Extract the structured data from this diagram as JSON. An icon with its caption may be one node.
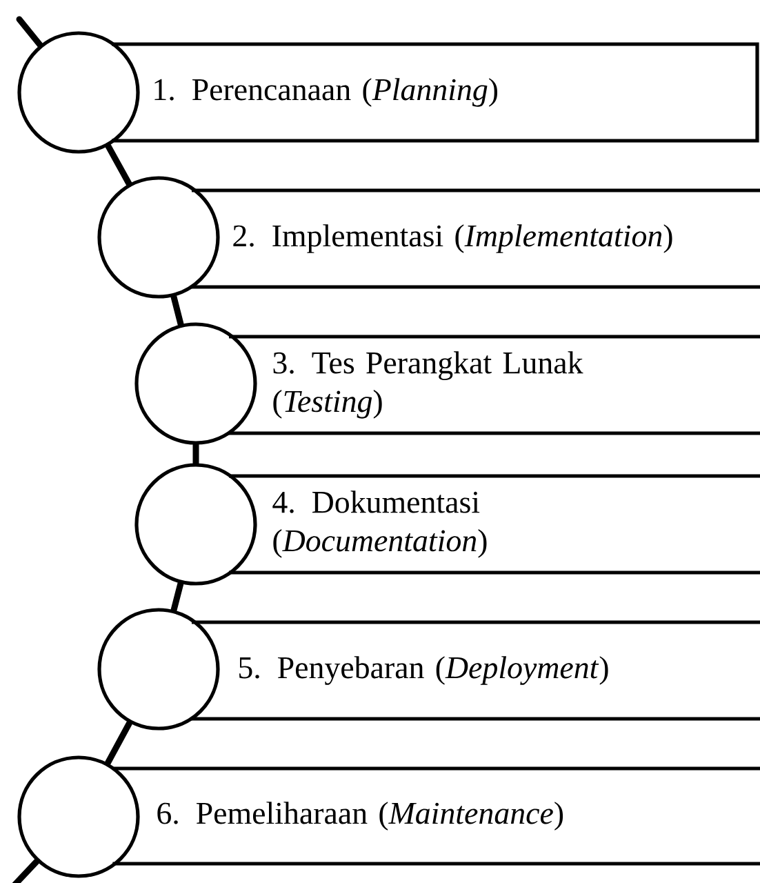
{
  "diagram": {
    "nodes": [
      {
        "text": [],
        "shape": "circle"
      },
      {
        "text": [
          "1. Perencanaan (*Planning*)"
        ]
      },
      {
        "text": [],
        "shape": "circle"
      },
      {
        "text": [
          "2. Implementasi (*Implementation*)"
        ]
      },
      {
        "text": [],
        "shape": "circle"
      },
      {
        "text": [
          "3. Tes Perangkat Lunak (*Testing*)"
        ]
      },
      {
        "text": [],
        "shape": "circle"
      },
      {
        "text": [
          "4. Dokumentasi (*Documentation*)"
        ]
      },
      {
        "text": [],
        "shape": "circle"
      },
      {
        "text": [
          "5. Penyebaran (*Deployment*)"
        ]
      },
      {
        "text": [],
        "shape": "circle"
      },
      {
        "text": [
          "6. Pemeliharaan (*Maintenance*)"
        ]
      }
    ],
    "edges": [
      {
        "from": null,
        "to": 0,
        "arrow": "none"
      },
      {
        "from": 0,
        "to": 2,
        "arrow": "none"
      },
      {
        "from": 2,
        "to": 4,
        "arrow": "none"
      },
      {
        "from": 4,
        "to": 6,
        "arrow": "none"
      },
      {
        "from": 6,
        "to": 8,
        "arrow": "none"
      },
      {
        "from": 8,
        "to": 10,
        "arrow": "none"
      },
      {
        "from": 10,
        "to": null,
        "arrow": "none"
      }
    ]
  }
}
